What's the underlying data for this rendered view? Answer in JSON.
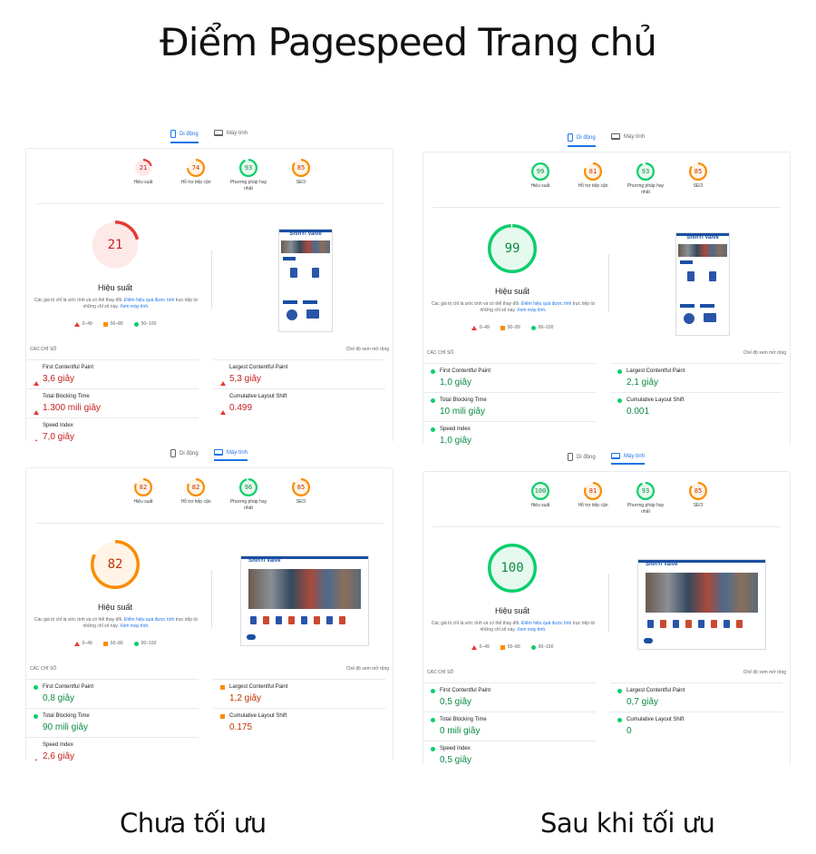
{
  "title": "Điểm Pagespeed Trang chủ",
  "captions": {
    "left": "Chưa tối ưu",
    "right": "Sau khi tối ưu"
  },
  "colors": {
    "red": "#e53935",
    "orange": "#fa8c00",
    "green": "#0cce6b",
    "blue": "#1a73e8"
  },
  "common": {
    "tab_mobile": "Di động",
    "tab_desktop": "Máy tính",
    "perf_label": "Hiệu suất",
    "note_text": "Các giá trị chỉ là ước tính và có thể thay đổi.",
    "note_link": "Điểm hiệu quả được tính",
    "note_text2": "trực tiếp từ những chỉ số này.",
    "note_link2": "Xem máy tính.",
    "legend": [
      "0–49",
      "50–89",
      "90–100"
    ],
    "metrics_header": "CÁC CHỈ SỐ",
    "metrics_expand": "Chế độ xem mở rộng",
    "site_name": "ShinYi Valve"
  },
  "panels": [
    {
      "active_tab": "mobile",
      "gauges": [
        {
          "label": "Hiệu suất",
          "value": 21
        },
        {
          "label": "Hỗ trợ tiếp cận",
          "value": 74
        },
        {
          "label": "Phương pháp hay nhất",
          "value": 93
        },
        {
          "label": "SEO",
          "value": 85
        }
      ],
      "score": 21,
      "metrics": [
        {
          "name": "First Contentful Paint",
          "value": "3,6 giây",
          "status": "red"
        },
        {
          "name": "Largest Contentful Paint",
          "value": "5,3 giây",
          "status": "red"
        },
        {
          "name": "Total Blocking Time",
          "value": "1.300 mili giây",
          "status": "red"
        },
        {
          "name": "Cumulative Layout Shift",
          "value": "0.499",
          "status": "red"
        },
        {
          "name": "Speed Index",
          "value": "7,0 giây",
          "status": "red"
        }
      ]
    },
    {
      "active_tab": "mobile",
      "gauges": [
        {
          "label": "Hiệu suất",
          "value": 99
        },
        {
          "label": "Hỗ trợ tiếp cận",
          "value": 81
        },
        {
          "label": "Phương pháp hay nhất",
          "value": 93
        },
        {
          "label": "SEO",
          "value": 85
        }
      ],
      "score": 99,
      "metrics": [
        {
          "name": "First Contentful Paint",
          "value": "1,0 giây",
          "status": "green"
        },
        {
          "name": "Largest Contentful Paint",
          "value": "2,1 giây",
          "status": "green"
        },
        {
          "name": "Total Blocking Time",
          "value": "10 mili giây",
          "status": "green"
        },
        {
          "name": "Cumulative Layout Shift",
          "value": "0.001",
          "status": "green"
        },
        {
          "name": "Speed Index",
          "value": "1,0 giây",
          "status": "green"
        }
      ]
    },
    {
      "active_tab": "desktop",
      "gauges": [
        {
          "label": "Hiệu suất",
          "value": 82
        },
        {
          "label": "Hỗ trợ tiếp cận",
          "value": 82
        },
        {
          "label": "Phương pháp hay nhất",
          "value": 96
        },
        {
          "label": "SEO",
          "value": 85
        }
      ],
      "score": 82,
      "metrics": [
        {
          "name": "First Contentful Paint",
          "value": "0,8 giây",
          "status": "green"
        },
        {
          "name": "Largest Contentful Paint",
          "value": "1,2 giây",
          "status": "orange"
        },
        {
          "name": "Total Blocking Time",
          "value": "90 mili giây",
          "status": "green"
        },
        {
          "name": "Cumulative Layout Shift",
          "value": "0.175",
          "status": "orange"
        },
        {
          "name": "Speed Index",
          "value": "2,6 giây",
          "status": "red"
        }
      ]
    },
    {
      "active_tab": "desktop",
      "gauges": [
        {
          "label": "Hiệu suất",
          "value": 100
        },
        {
          "label": "Hỗ trợ tiếp cận",
          "value": 81
        },
        {
          "label": "Phương pháp hay nhất",
          "value": 93
        },
        {
          "label": "SEO",
          "value": 85
        }
      ],
      "score": 100,
      "metrics": [
        {
          "name": "First Contentful Paint",
          "value": "0,5 giây",
          "status": "green"
        },
        {
          "name": "Largest Contentful Paint",
          "value": "0,7 giây",
          "status": "green"
        },
        {
          "name": "Total Blocking Time",
          "value": "0 mili giây",
          "status": "green"
        },
        {
          "name": "Cumulative Layout Shift",
          "value": "0",
          "status": "green"
        },
        {
          "name": "Speed Index",
          "value": "0,5 giây",
          "status": "green"
        }
      ]
    }
  ]
}
